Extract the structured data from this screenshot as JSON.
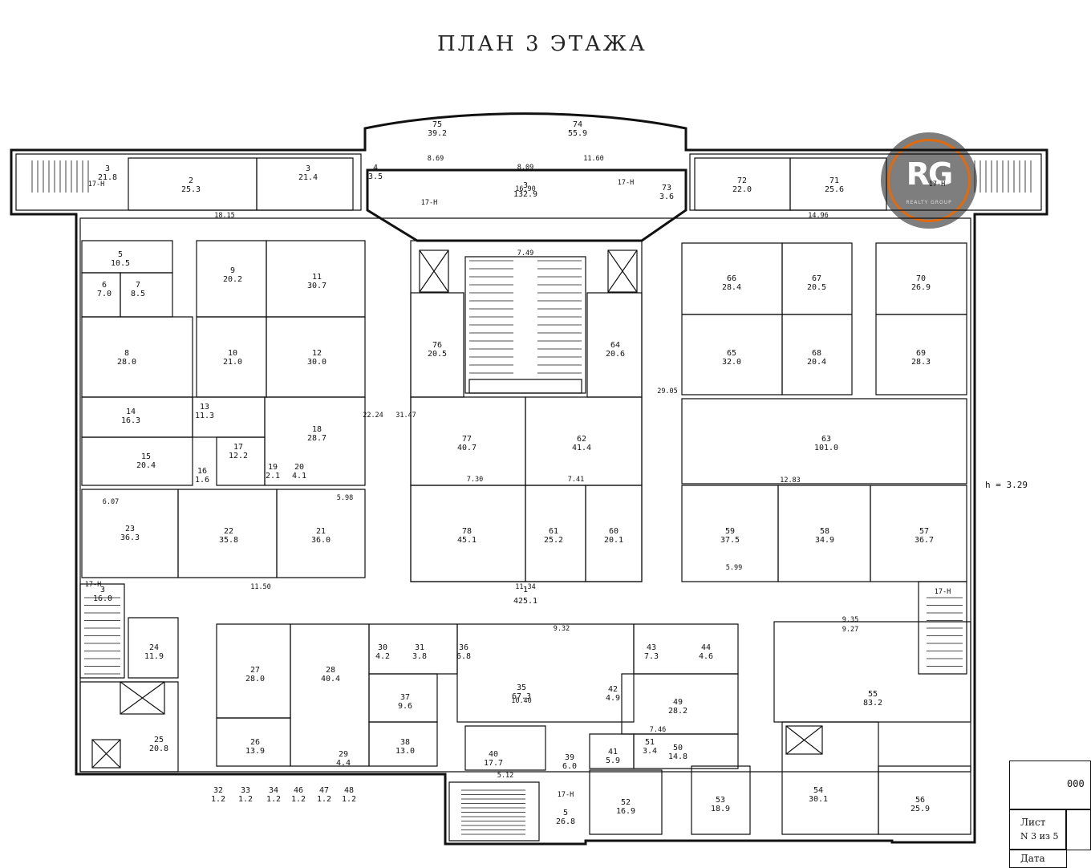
{
  "title": "ПЛАН 3 ЭТАЖА",
  "height_note": "h = 3.29",
  "logo": {
    "mark": "RG",
    "tagline": "REALTY GROUP",
    "accent": "#e06a10"
  },
  "stamp": {
    "code": "000",
    "sheet_label": "Лист",
    "sheet_value": "N 3 из 5",
    "date_label": "Дата"
  },
  "stair_label": "17-Н",
  "corridor": {
    "number": "1",
    "area": "425.1"
  },
  "rooms": [
    {
      "n": "75",
      "a": "39.2"
    },
    {
      "n": "74",
      "a": "55.9"
    },
    {
      "n": "3",
      "a": "132.9"
    },
    {
      "n": "2",
      "a": "25.3"
    },
    {
      "n": "3",
      "a": "21.8"
    },
    {
      "n": "3",
      "a": "21.4"
    },
    {
      "n": "4",
      "a": "3.5"
    },
    {
      "n": "73",
      "a": "3.6"
    },
    {
      "n": "72",
      "a": "22.0"
    },
    {
      "n": "71",
      "a": "25.6"
    },
    {
      "n": "5",
      "a": "10.5"
    },
    {
      "n": "6",
      "a": "7.0"
    },
    {
      "n": "7",
      "a": "8.5"
    },
    {
      "n": "8",
      "a": "28.0"
    },
    {
      "n": "9",
      "a": "20.2"
    },
    {
      "n": "11",
      "a": "30.7"
    },
    {
      "n": "10",
      "a": "21.0"
    },
    {
      "n": "12",
      "a": "30.0"
    },
    {
      "n": "76",
      "a": "20.5"
    },
    {
      "n": "64",
      "a": "20.6"
    },
    {
      "n": "66",
      "a": "28.4"
    },
    {
      "n": "67",
      "a": "20.5"
    },
    {
      "n": "70",
      "a": "26.9"
    },
    {
      "n": "65",
      "a": "32.0"
    },
    {
      "n": "68",
      "a": "20.4"
    },
    {
      "n": "69",
      "a": "28.3"
    },
    {
      "n": "14",
      "a": "16.3"
    },
    {
      "n": "13",
      "a": "11.3"
    },
    {
      "n": "18",
      "a": "28.7"
    },
    {
      "n": "15",
      "a": "20.4"
    },
    {
      "n": "17",
      "a": "12.2"
    },
    {
      "n": "16",
      "a": "1.6"
    },
    {
      "n": "19",
      "a": "2.1"
    },
    {
      "n": "20",
      "a": "4.1"
    },
    {
      "n": "77",
      "a": "40.7"
    },
    {
      "n": "62",
      "a": "41.4"
    },
    {
      "n": "63",
      "a": "101.0"
    },
    {
      "n": "23",
      "a": "36.3"
    },
    {
      "n": "22",
      "a": "35.8"
    },
    {
      "n": "21",
      "a": "36.0"
    },
    {
      "n": "78",
      "a": "45.1"
    },
    {
      "n": "61",
      "a": "25.2"
    },
    {
      "n": "60",
      "a": "20.1"
    },
    {
      "n": "59",
      "a": "37.5"
    },
    {
      "n": "58",
      "a": "34.9"
    },
    {
      "n": "57",
      "a": "36.7"
    },
    {
      "n": "3",
      "a": "16.0"
    },
    {
      "n": "24",
      "a": "11.9"
    },
    {
      "n": "27",
      "a": "28.0"
    },
    {
      "n": "28",
      "a": "40.4"
    },
    {
      "n": "30",
      "a": "4.2"
    },
    {
      "n": "31",
      "a": "3.8"
    },
    {
      "n": "36",
      "a": "6.8"
    },
    {
      "n": "35",
      "a": "67.3"
    },
    {
      "n": "43",
      "a": "7.3"
    },
    {
      "n": "44",
      "a": "4.6"
    },
    {
      "n": "55",
      "a": "83.2"
    },
    {
      "n": "37",
      "a": "9.6"
    },
    {
      "n": "42",
      "a": "4.9"
    },
    {
      "n": "49",
      "a": "28.2"
    },
    {
      "n": "25",
      "a": "20.8"
    },
    {
      "n": "26",
      "a": "13.9"
    },
    {
      "n": "29",
      "a": "4.4"
    },
    {
      "n": "38",
      "a": "13.0"
    },
    {
      "n": "40",
      "a": "17.7"
    },
    {
      "n": "39",
      "a": "6.0"
    },
    {
      "n": "41",
      "a": "5.9"
    },
    {
      "n": "51",
      "a": "3.4"
    },
    {
      "n": "50",
      "a": "14.8"
    },
    {
      "n": "54",
      "a": "30.1"
    },
    {
      "n": "56",
      "a": "25.9"
    },
    {
      "n": "52",
      "a": "16.9"
    },
    {
      "n": "53",
      "a": "18.9"
    },
    {
      "n": "5",
      "a": "26.8"
    }
  ],
  "small_rooms": [
    {
      "n": "32",
      "a": "1.2"
    },
    {
      "n": "33",
      "a": "1.2"
    },
    {
      "n": "34",
      "a": "1.2"
    },
    {
      "n": "46",
      "a": "1.2"
    },
    {
      "n": "47",
      "a": "1.2"
    },
    {
      "n": "48",
      "a": "1.2"
    }
  ],
  "dimensions": [
    "18.15",
    "14.96",
    "7.49",
    "16.90",
    "11.60",
    "8.69",
    "8.09",
    "29.05",
    "31.47",
    "22.24",
    "12.83",
    "11.34",
    "11.50",
    "9.35",
    "9.27",
    "9.32",
    "10.40",
    "7.46",
    "5.12",
    "7.30",
    "7.41",
    "5.99",
    "5.98",
    "6.07"
  ]
}
